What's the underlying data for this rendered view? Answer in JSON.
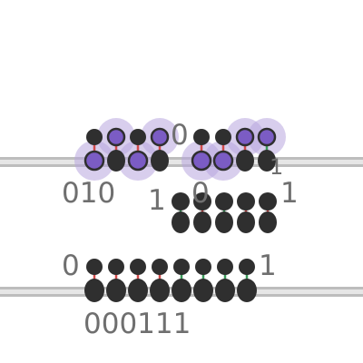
{
  "labels": {
    "top_left_bits": "010",
    "top_zero": "0",
    "top_one_small": "1",
    "mid_one": "1",
    "mid_zero": "0",
    "mid_one_right": "1",
    "bottom_zero": "0",
    "bottom_one": "1",
    "bottom_bits": "000111"
  },
  "colors": {
    "background": "#ffffff",
    "rail": "#bdbdbd",
    "rail_core": "#e6e6e6",
    "bead": "#2f2f2f",
    "bead_purple": "#7b5cc4",
    "glow": "#b8a6de",
    "link_red": "#d14b4b",
    "link_green": "#3b9a5a",
    "label": "#6f6f6f"
  },
  "groups": [
    {
      "name": "top-left",
      "beads": [
        {
          "pair": "dark-purple",
          "link": "red"
        },
        {
          "pair": "purple-dark",
          "link": "red"
        },
        {
          "pair": "dark-purple",
          "link": "red"
        },
        {
          "pair": "purple-dark",
          "link": "red"
        }
      ]
    },
    {
      "name": "top-right",
      "beads": [
        {
          "pair": "dark-purple",
          "link": "red"
        },
        {
          "pair": "dark-purple",
          "link": "red"
        },
        {
          "pair": "purple-dark",
          "link": "red"
        },
        {
          "pair": "purple-dark",
          "link": "green"
        }
      ]
    },
    {
      "name": "middle-floating",
      "beads": [
        {
          "pair": "dark-dark",
          "link": "green"
        },
        {
          "pair": "dark-dark",
          "link": "red"
        },
        {
          "pair": "dark-dark",
          "link": "green"
        },
        {
          "pair": "dark-dark",
          "link": "red"
        },
        {
          "pair": "dark-dark",
          "link": "red"
        }
      ]
    },
    {
      "name": "bottom",
      "beads": [
        {
          "pair": "dark-dark",
          "link": "red"
        },
        {
          "pair": "dark-dark",
          "link": "red"
        },
        {
          "pair": "dark-dark",
          "link": "red"
        },
        {
          "pair": "dark-dark",
          "link": "red"
        },
        {
          "pair": "dark-dark",
          "link": "green"
        },
        {
          "pair": "dark-dark",
          "link": "green"
        },
        {
          "pair": "dark-dark",
          "link": "green"
        },
        {
          "pair": "dark-dark",
          "link": "green"
        }
      ]
    }
  ]
}
